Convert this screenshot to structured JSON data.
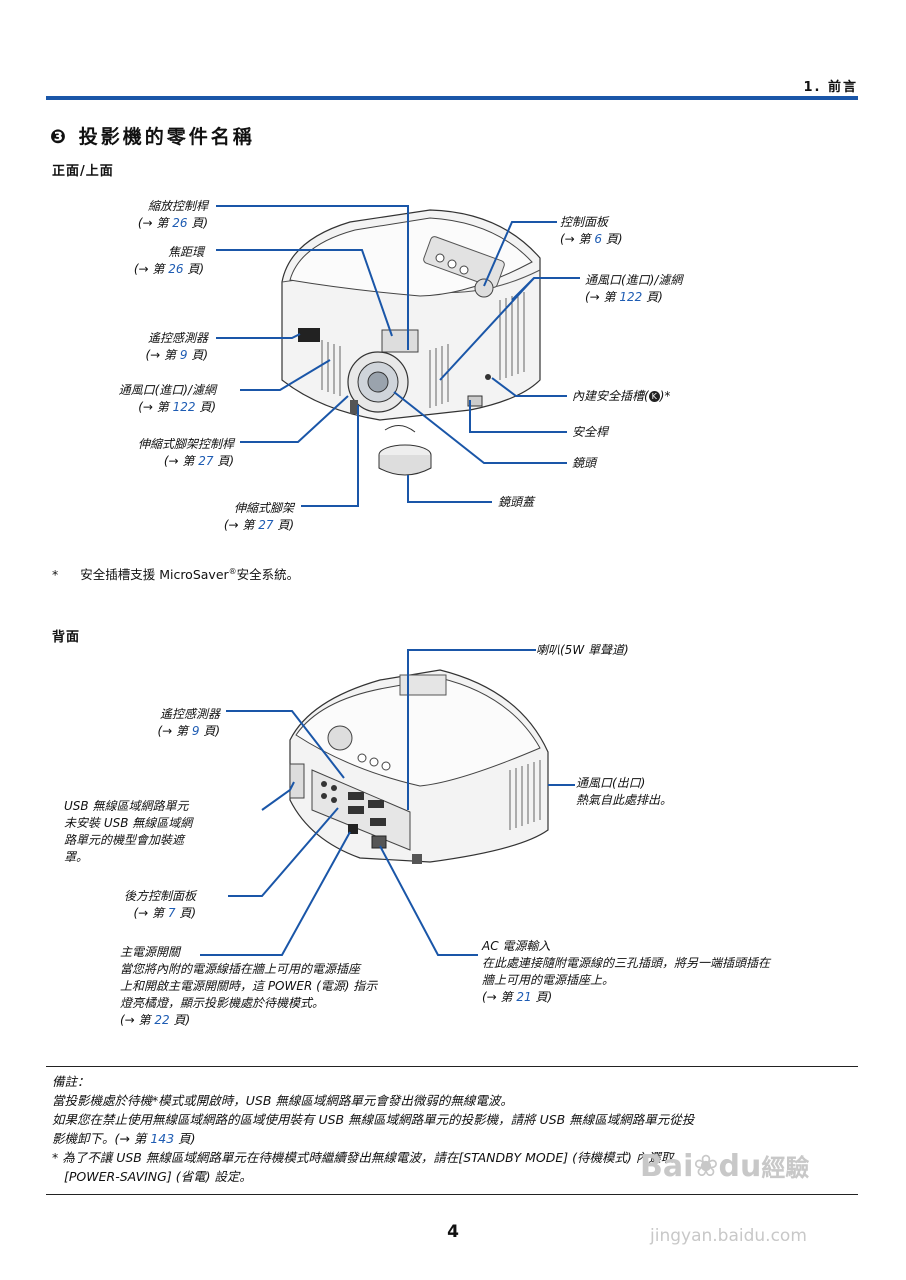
{
  "header": {
    "chapter": "1. 前言"
  },
  "section": {
    "number": "❸",
    "title": "投影機的零件名稱"
  },
  "front": {
    "subheading": "正面/上面",
    "labels": {
      "zoom": {
        "name": "縮放控制桿",
        "pre": "(→ 第 ",
        "num": "26",
        "post": " 頁)"
      },
      "focus": {
        "name": "焦距環",
        "pre": "(→ 第 ",
        "num": "26",
        "post": " 頁)"
      },
      "remote": {
        "name": "遙控感測器",
        "pre": "(→ 第 ",
        "num": "9",
        "post": " 頁)"
      },
      "vent_in_left": {
        "name": "通風口(進口)/濾網",
        "pre": "(→ 第 ",
        "num": "122",
        "post": " 頁)"
      },
      "foot_lever": {
        "name": "伸縮式腳架控制桿",
        "pre": "(→ 第 ",
        "num": "27",
        "post": " 頁)"
      },
      "foot": {
        "name": "伸縮式腳架",
        "pre": "(→ 第 ",
        "num": "27",
        "post": " 頁)"
      },
      "control_panel": {
        "name": "控制面板",
        "pre": "(→ 第 ",
        "num": "6",
        "post": " 頁)"
      },
      "vent_in_right": {
        "name": "通風口(進口)/濾網",
        "pre": "(→ 第 ",
        "num": "122",
        "post": " 頁)"
      },
      "security_slot": {
        "name": "內建安全插槽(",
        "post": ")*"
      },
      "security_bar": {
        "name": "安全桿"
      },
      "lens": {
        "name": "鏡頭"
      },
      "lens_cap": {
        "name": "鏡頭蓋"
      }
    },
    "footnote_mark": "*",
    "footnote_pre": "安全插槽支援 MicroSaver",
    "footnote_reg": "®",
    "footnote_post": "安全系統。"
  },
  "back": {
    "subheading": "背面",
    "labels": {
      "speaker": {
        "name": "喇叭(5W 單聲道)"
      },
      "remote": {
        "name": "遙控感測器",
        "pre": "(→ 第 ",
        "num": "9",
        "post": " 頁)"
      },
      "vent_out": {
        "name": "通風口(出口)",
        "desc": "熱氣自此處排出。"
      },
      "usb": {
        "lines": [
          "USB 無線區域網路單元",
          "未安裝 USB 無線區域網",
          "路單元的機型會加裝遮",
          "罩。"
        ]
      },
      "rear_panel": {
        "name": "後方控制面板",
        "pre": "(→ 第 ",
        "num": "7",
        "post": " 頁)"
      },
      "main_switch": {
        "name": "主電源開關",
        "lines": [
          "當您將內附的電源線插在牆上可用的電源插座",
          "上和開啟主電源開關時，這 POWER (電源) 指示",
          "燈亮橘燈，顯示投影機處於待機模式。"
        ],
        "pre": "(→ 第 ",
        "num": "22",
        "post": " 頁)"
      },
      "ac_in": {
        "name": "AC 電源輸入",
        "lines": [
          "在此處連接隨附電源線的三孔插頭，將另一端插頭插在",
          "牆上可用的電源插座上。"
        ],
        "pre": "(→ 第 ",
        "num": "21",
        "post": " 頁)"
      }
    }
  },
  "note": {
    "title": "備註：",
    "line1": "當投影機處於待機*模式或開啟時，USB 無線區域網路單元會發出微弱的無線電波。",
    "line2": "如果您在禁止使用無線區域網路的區域使用裝有 USB 無線區域網路單元的投影機，請將 USB 無線區域網路單元從投",
    "line3_pre": "影機卸下。(→ 第 ",
    "line3_num": "143",
    "line3_post": " 頁)",
    "star_line1": "*  為了不讓 USB 無線區域網路單元在待機模式時繼續發出無線電波，請在[STANDBY MODE] (待機模式) 內選取",
    "star_line2": "[POWER-SAVING] (省電) 設定。"
  },
  "page_number": "4",
  "watermark": {
    "brand": "Bai",
    "brand2": "du",
    "cn": "經驗",
    "url": "jingyan.baidu.com"
  },
  "colors": {
    "accent": "#1a56a8",
    "link": "#1e5cb3"
  }
}
